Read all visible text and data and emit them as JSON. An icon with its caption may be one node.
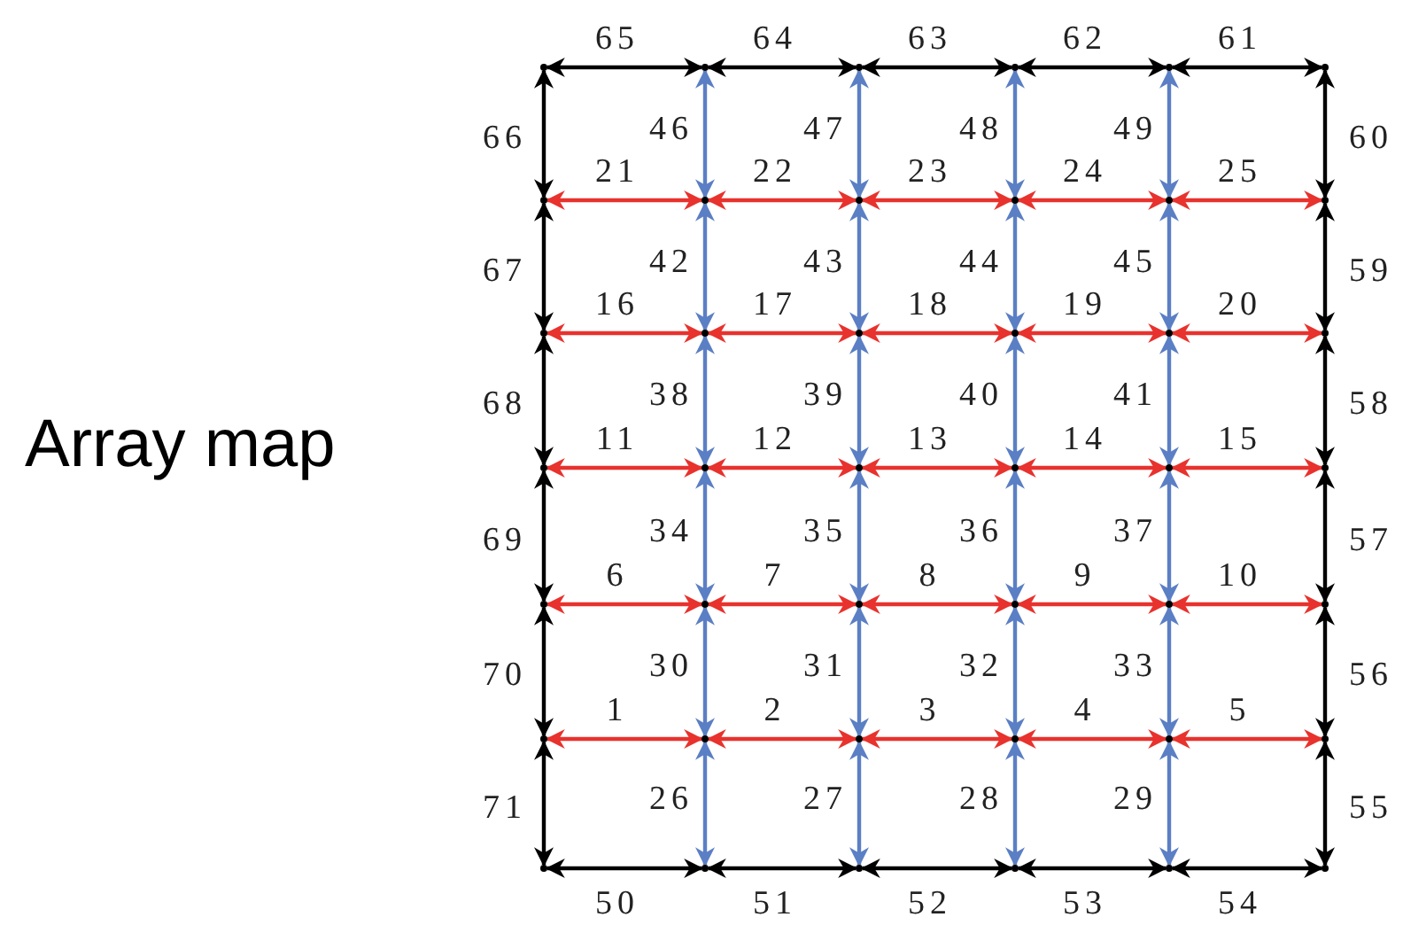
{
  "diagram": {
    "nodes": [
      {
        "text": [],
        "shape": "point"
      },
      {
        "text": [],
        "shape": "point"
      },
      {
        "text": [],
        "shape": "point"
      },
      {
        "text": [],
        "shape": "point"
      },
      {
        "text": [],
        "shape": "point"
      },
      {
        "text": [],
        "shape": "point"
      },
      {
        "text": [],
        "shape": "point"
      },
      {
        "text": [],
        "shape": "point"
      },
      {
        "text": [],
        "shape": "point"
      },
      {
        "text": [],
        "shape": "point"
      },
      {
        "text": [],
        "shape": "point"
      },
      {
        "text": [],
        "shape": "point"
      },
      {
        "text": [],
        "shape": "point"
      },
      {
        "text": [],
        "shape": "point"
      },
      {
        "text": [],
        "shape": "point"
      },
      {
        "text": [],
        "shape": "point"
      },
      {
        "text": [],
        "shape": "point"
      },
      {
        "text": [],
        "shape": "point"
      },
      {
        "text": [],
        "shape": "point"
      },
      {
        "text": [],
        "shape": "point"
      },
      {
        "text": [],
        "shape": "point"
      },
      {
        "text": [],
        "shape": "point"
      },
      {
        "text": [],
        "shape": "point"
      },
      {
        "text": [],
        "shape": "point"
      },
      {
        "text": [],
        "shape": "point"
      },
      {
        "text": [],
        "shape": "point"
      },
      {
        "text": [],
        "shape": "point"
      },
      {
        "text": [],
        "shape": "point"
      },
      {
        "text": [],
        "shape": "point"
      },
      {
        "text": [],
        "shape": "point"
      },
      {
        "text": [],
        "shape": "point"
      },
      {
        "text": [],
        "shape": "point"
      },
      {
        "text": [],
        "shape": "point"
      },
      {
        "text": [],
        "shape": "point"
      },
      {
        "text": [],
        "shape": "point"
      },
      {
        "text": [],
        "shape": "point"
      },
      {
        "text": [],
        "shape": "point"
      },
      {
        "text": [],
        "shape": "point"
      },
      {
        "text": [],
        "shape": "point"
      },
      {
        "text": [],
        "shape": "point"
      },
      {
        "text": [],
        "shape": "point"
      },
      {
        "text": [],
        "shape": "point"
      }
    ],
    "edges": [
      {
        "from": 0,
        "to": 1,
        "arrow": "both",
        "label": "65",
        "color": "#000000"
      },
      {
        "from": 1,
        "to": 2,
        "arrow": "both",
        "label": "64",
        "color": "#000000"
      },
      {
        "from": 2,
        "to": 3,
        "arrow": "both",
        "label": "63",
        "color": "#000000"
      },
      {
        "from": 3,
        "to": 4,
        "arrow": "both",
        "label": "62",
        "color": "#000000"
      },
      {
        "from": 4,
        "to": 5,
        "arrow": "both",
        "label": "61",
        "color": "#000000"
      },
      {
        "from": 0,
        "to": 6,
        "arrow": "both",
        "label": "66",
        "color": "#000000"
      },
      {
        "from": 6,
        "to": 12,
        "arrow": "both",
        "label": "67",
        "color": "#000000"
      },
      {
        "from": 12,
        "to": 18,
        "arrow": "both",
        "label": "68",
        "color": "#000000"
      },
      {
        "from": 18,
        "to": 24,
        "arrow": "both",
        "label": "69",
        "color": "#000000"
      },
      {
        "from": 24,
        "to": 30,
        "arrow": "both",
        "label": "70",
        "color": "#000000"
      },
      {
        "from": 30,
        "to": 36,
        "arrow": "both",
        "label": "71",
        "color": "#000000"
      },
      {
        "from": 5,
        "to": 11,
        "arrow": "both",
        "label": "60",
        "color": "#000000"
      },
      {
        "from": 11,
        "to": 17,
        "arrow": "both",
        "label": "59",
        "color": "#000000"
      },
      {
        "from": 17,
        "to": 23,
        "arrow": "both",
        "label": "58",
        "color": "#000000"
      },
      {
        "from": 23,
        "to": 29,
        "arrow": "both",
        "label": "57",
        "color": "#000000"
      },
      {
        "from": 29,
        "to": 35,
        "arrow": "both",
        "label": "56",
        "color": "#000000"
      },
      {
        "from": 35,
        "to": 41,
        "arrow": "both",
        "label": "55",
        "color": "#000000"
      },
      {
        "from": 36,
        "to": 37,
        "arrow": "both",
        "label": "50",
        "color": "#000000"
      },
      {
        "from": 37,
        "to": 38,
        "arrow": "both",
        "label": "51",
        "color": "#000000"
      },
      {
        "from": 38,
        "to": 39,
        "arrow": "both",
        "label": "52",
        "color": "#000000"
      },
      {
        "from": 39,
        "to": 40,
        "arrow": "both",
        "label": "53",
        "color": "#000000"
      },
      {
        "from": 40,
        "to": 41,
        "arrow": "both",
        "label": "54",
        "color": "#000000"
      },
      {
        "from": 6,
        "to": 7,
        "arrow": "both",
        "label": "21"
      },
      {
        "from": 7,
        "to": 8,
        "arrow": "both",
        "label": "22"
      },
      {
        "from": 8,
        "to": 9,
        "arrow": "both",
        "label": "23"
      },
      {
        "from": 9,
        "to": 10,
        "arrow": "both",
        "label": "24"
      },
      {
        "from": 10,
        "to": 11,
        "arrow": "both",
        "label": "25"
      },
      {
        "from": 12,
        "to": 13,
        "arrow": "both",
        "label": "16"
      },
      {
        "from": 13,
        "to": 14,
        "arrow": "both",
        "label": "17"
      },
      {
        "from": 14,
        "to": 15,
        "arrow": "both",
        "label": "18"
      },
      {
        "from": 15,
        "to": 16,
        "arrow": "both",
        "label": "19"
      },
      {
        "from": 16,
        "to": 17,
        "arrow": "both",
        "label": "20"
      },
      {
        "from": 18,
        "to": 19,
        "arrow": "both",
        "label": "11"
      },
      {
        "from": 19,
        "to": 20,
        "arrow": "both",
        "label": "12"
      },
      {
        "from": 20,
        "to": 21,
        "arrow": "both",
        "label": "13"
      },
      {
        "from": 21,
        "to": 22,
        "arrow": "both",
        "label": "14"
      },
      {
        "from": 22,
        "to": 23,
        "arrow": "both",
        "label": "15"
      },
      {
        "from": 24,
        "to": 25,
        "arrow": "both",
        "label": "6"
      },
      {
        "from": 25,
        "to": 26,
        "arrow": "both",
        "label": "7"
      },
      {
        "from": 26,
        "to": 27,
        "arrow": "both",
        "label": "8"
      },
      {
        "from": 27,
        "to": 28,
        "arrow": "both",
        "label": "9"
      },
      {
        "from": 28,
        "to": 29,
        "arrow": "both",
        "label": "10"
      },
      {
        "from": 30,
        "to": 31,
        "arrow": "both",
        "label": "1"
      },
      {
        "from": 31,
        "to": 32,
        "arrow": "both",
        "label": "2"
      },
      {
        "from": 32,
        "to": 33,
        "arrow": "both",
        "label": "3"
      },
      {
        "from": 33,
        "to": 34,
        "arrow": "both",
        "label": "4"
      },
      {
        "from": 34,
        "to": 35,
        "arrow": "both",
        "label": "5"
      },
      {
        "from": 1,
        "to": 7,
        "arrow": "both",
        "label": "46",
        "color": "#5b7fc4"
      },
      {
        "from": 7,
        "to": 13,
        "arrow": "both",
        "label": "42",
        "color": "#5b7fc4"
      },
      {
        "from": 13,
        "to": 19,
        "arrow": "both",
        "label": "38",
        "color": "#5b7fc4"
      },
      {
        "from": 19,
        "to": 25,
        "arrow": "both",
        "label": "34",
        "color": "#5b7fc4"
      },
      {
        "from": 25,
        "to": 31,
        "arrow": "both",
        "label": "30",
        "color": "#5b7fc4"
      },
      {
        "from": 31,
        "to": 37,
        "arrow": "both",
        "label": "26",
        "color": "#5b7fc4"
      },
      {
        "from": 2,
        "to": 8,
        "arrow": "both",
        "label": "47",
        "color": "#5b7fc4"
      },
      {
        "from": 8,
        "to": 14,
        "arrow": "both",
        "label": "43",
        "color": "#5b7fc4"
      },
      {
        "from": 14,
        "to": 20,
        "arrow": "both",
        "label": "39",
        "color": "#5b7fc4"
      },
      {
        "from": 20,
        "to": 26,
        "arrow": "both",
        "label": "35",
        "color": "#5b7fc4"
      },
      {
        "from": 26,
        "to": 32,
        "arrow": "both",
        "label": "31",
        "color": "#5b7fc4"
      },
      {
        "from": 32,
        "to": 38,
        "arrow": "both",
        "label": "27",
        "color": "#5b7fc4"
      },
      {
        "from": 3,
        "to": 9,
        "arrow": "both",
        "label": "48",
        "color": "#5b7fc4"
      },
      {
        "from": 9,
        "to": 15,
        "arrow": "both",
        "label": "44",
        "color": "#5b7fc4"
      },
      {
        "from": 15,
        "to": 21,
        "arrow": "both",
        "label": "40",
        "color": "#5b7fc4"
      },
      {
        "from": 21,
        "to": 27,
        "arrow": "both",
        "label": "36",
        "color": "#5b7fc4"
      },
      {
        "from": 27,
        "to": 33,
        "arrow": "both",
        "label": "32",
        "color": "#5b7fc4"
      },
      {
        "from": 33,
        "to": 39,
        "arrow": "both",
        "label": "28",
        "color": "#5b7fc4"
      },
      {
        "from": 4,
        "to": 10,
        "arrow": "both",
        "label": "49",
        "color": "#5b7fc4"
      },
      {
        "from": 10,
        "to": 16,
        "arrow": "both",
        "label": "45",
        "color": "#5b7fc4"
      },
      {
        "from": 16,
        "to": 22,
        "arrow": "both",
        "label": "41",
        "color": "#5b7fc4"
      },
      {
        "from": 22,
        "to": 28,
        "arrow": "both",
        "label": "37",
        "color": "#5b7fc4"
      },
      {
        "from": 28,
        "to": 34,
        "arrow": "both",
        "label": "33",
        "color": "#5b7fc4"
      },
      {
        "from": 34,
        "to": 40,
        "arrow": "both",
        "label": "29",
        "color": "#5b7fc4"
      }
    ],
    "labels": [
      "Array map"
    ]
  }
}
